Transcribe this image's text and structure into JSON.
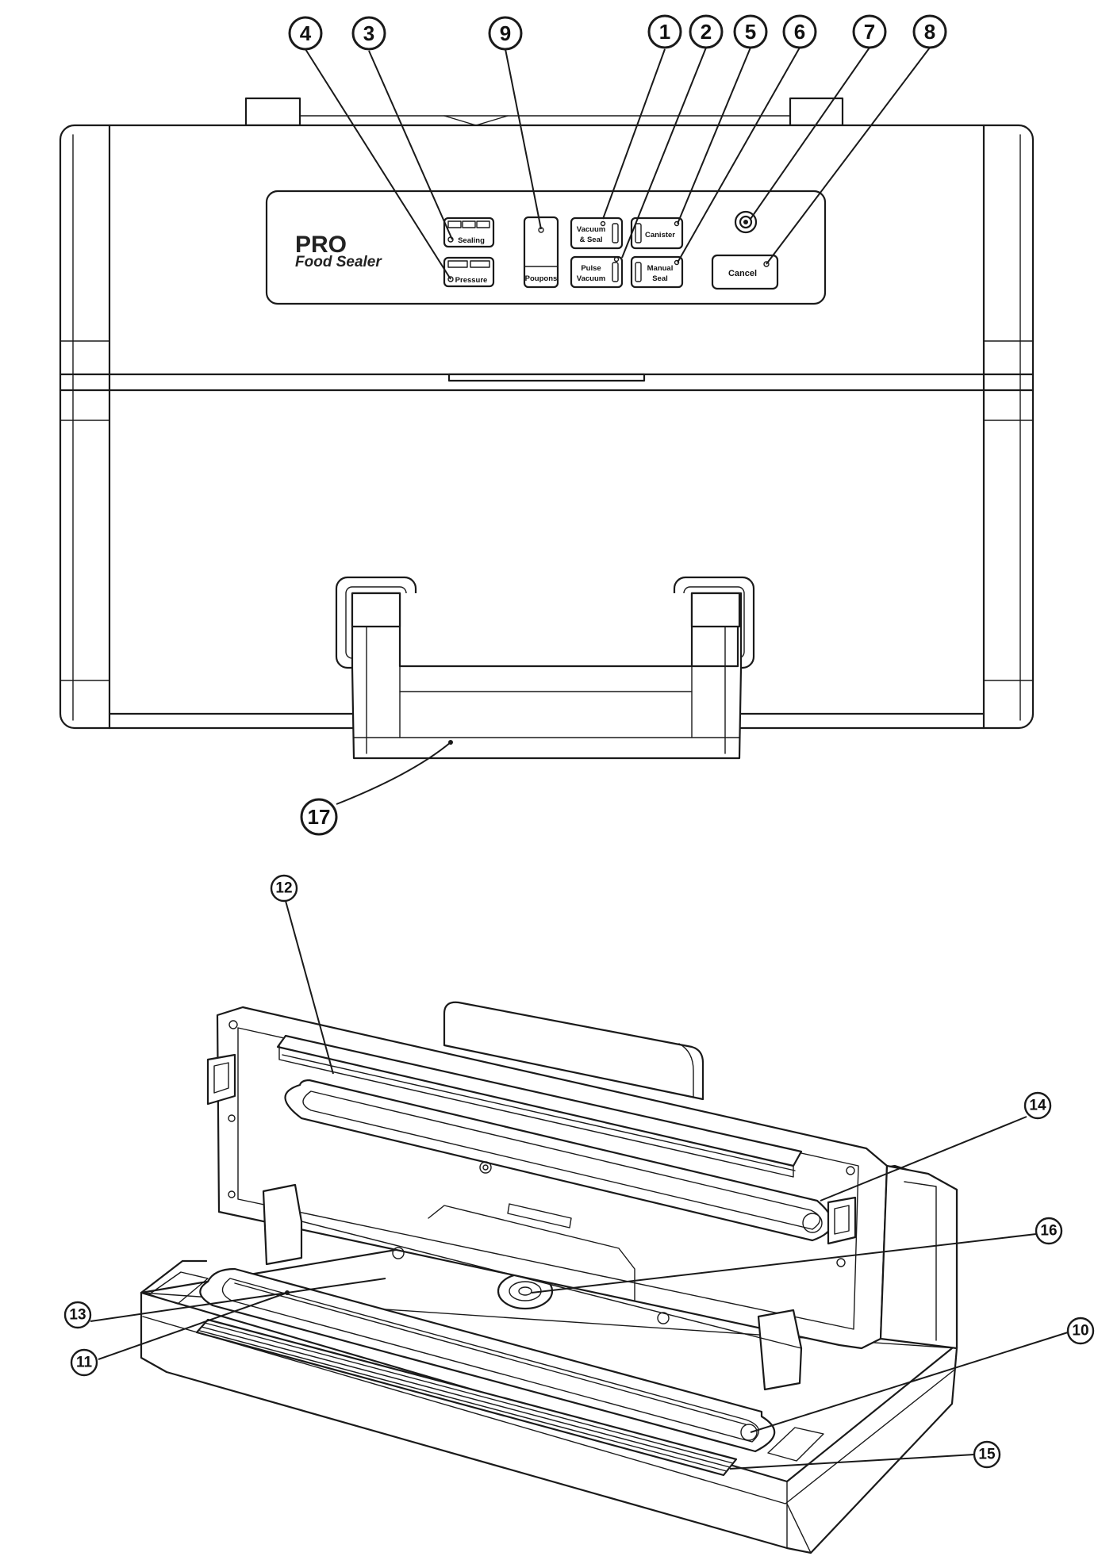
{
  "panel": {
    "brand": "PRO",
    "brand_sub": "Food Sealer",
    "buttons": {
      "sealing": "Sealing",
      "pressure": "Pressure",
      "pouches": "Poupons",
      "vacuum_seal_1": "Vacuum",
      "vacuum_seal_2": "& Seal",
      "canister": "Canister",
      "pulse_1": "Pulse",
      "pulse_2": "Vacuum",
      "manual_1": "Manual",
      "manual_2": "Seal",
      "cancel": "Cancel"
    }
  },
  "callouts": {
    "c1": "1",
    "c2": "2",
    "c3": "3",
    "c4": "4",
    "c5": "5",
    "c6": "6",
    "c7": "7",
    "c8": "8",
    "c9": "9",
    "c10": "10",
    "c11": "11",
    "c12": "12",
    "c13": "13",
    "c14": "14",
    "c15": "15",
    "c16": "16",
    "c17": "17"
  }
}
